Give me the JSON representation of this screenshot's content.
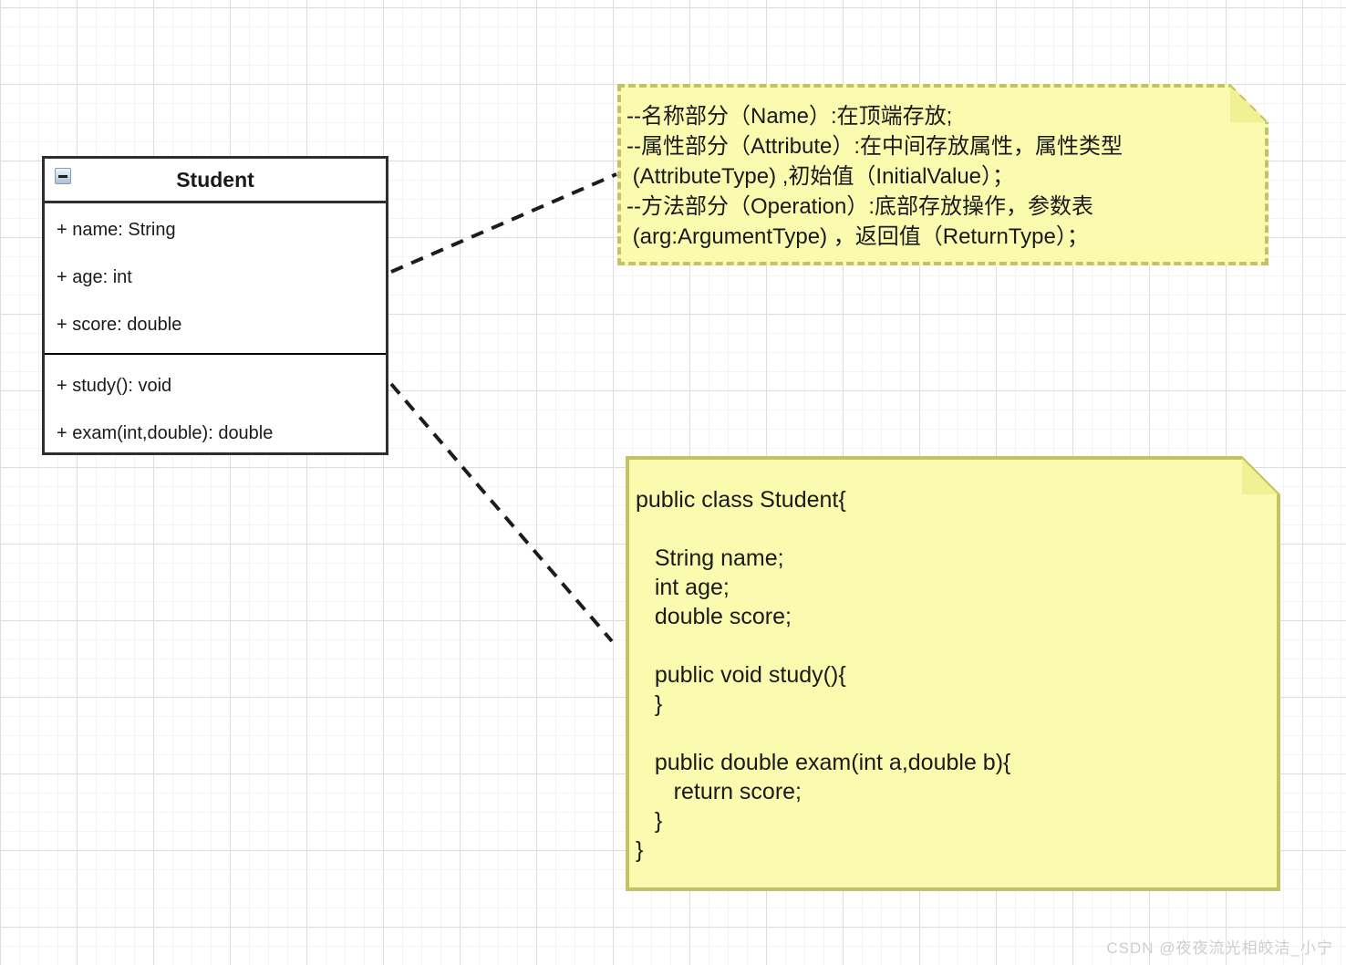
{
  "colors": {
    "note_bg": "#fbfbb0",
    "note_fold": "#f0f095",
    "note_border": "#c2c266",
    "connector": "#1c1c1c",
    "box_border": "#2e2e2e",
    "grid_minor": "#f3f3f3",
    "grid_major": "#dddddd",
    "watermark": "#cdcdcd"
  },
  "class_box": {
    "title": "Student",
    "collapse_icon": "minus-icon",
    "attributes": [
      "+ name: String",
      "+ age: int",
      "+ score: double"
    ],
    "methods": [
      "+ study(): void",
      "+ exam(int,double): double"
    ]
  },
  "uml_note": {
    "lines": [
      "--名称部分（Name）:在顶端存放;",
      "--属性部分（Attribute）:在中间存放属性，属性类型",
      " (AttributeType) ,初始值（InitialValue）；",
      "--方法部分（Operation）:底部存放操作，参数表",
      " (arg:ArgumentType) ，返回值（ReturnType）；"
    ]
  },
  "code_note": {
    "lines": [
      "public class Student{",
      "",
      "   String name;",
      "   int age;",
      "   double score;",
      "",
      "   public void study(){",
      "   }",
      "",
      "   public double exam(int a,double b){",
      "      return score;",
      "   }",
      "}"
    ]
  },
  "watermark": {
    "text": "CSDN @夜夜流光相皎洁_小宁"
  }
}
